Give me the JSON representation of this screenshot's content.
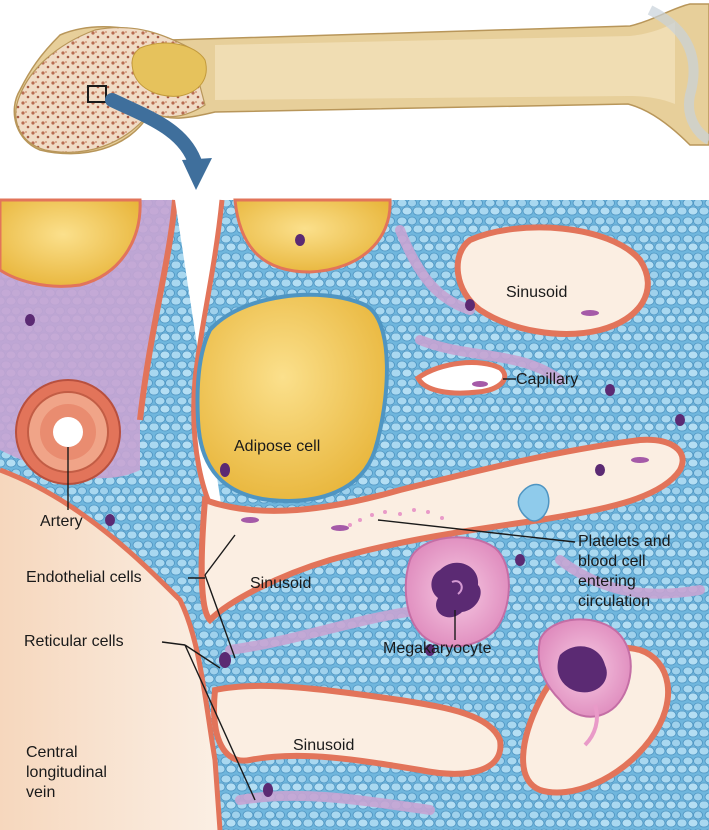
{
  "labels": {
    "sinusoid_top": "Sinusoid",
    "capillary": "Capillary",
    "adipose_cell": "Adipose cell",
    "artery": "Artery",
    "platelets_line1": "Platelets and",
    "platelets_line2": "blood cell",
    "platelets_line3": "entering",
    "platelets_line4": "circulation",
    "endothelial_cells": "Endothelial cells",
    "sinusoid_middle": "Sinusoid",
    "megakaryocyte": "Megakaryocyte",
    "reticular_cells": "Reticular cells",
    "central_line1": "Central",
    "central_line2": "longitudinal",
    "central_line3": "vein",
    "sinusoid_bottom": "Sinusoid"
  },
  "colors": {
    "bone": "#e7cf9a",
    "marrow_blue": "#6fb6dd",
    "cell_light_blue": "#a9d8f0",
    "reticular_purple": "#c7a4d3",
    "endothelium_orange": "#e2745a",
    "adipose_yellow": "#f2c84e",
    "megakaryocyte_pink": "#e99ac8",
    "nucleus_purple": "#5b2a73",
    "arrow_blue": "#3f6f9c",
    "vein_peach": "#f8e2cf"
  }
}
